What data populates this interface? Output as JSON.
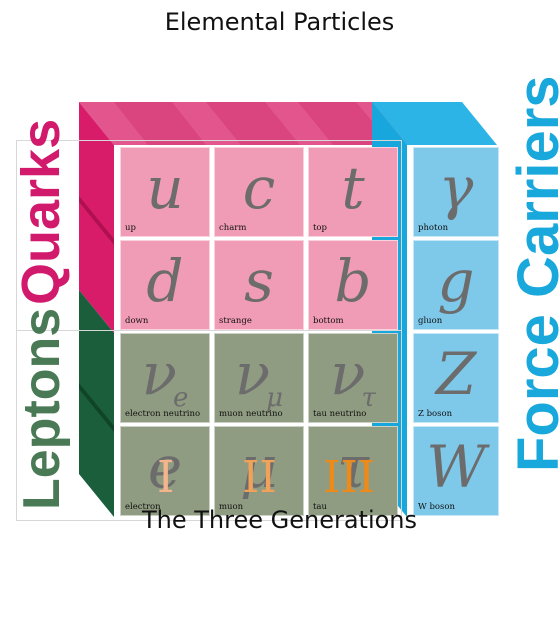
{
  "title": "Elemental Particles",
  "subtitle": "The Three Generations",
  "groups": {
    "quarks": "Quarks",
    "leptons": "Leptons",
    "force_carriers": "Force Carriers"
  },
  "generations": [
    "I",
    "II",
    "III"
  ],
  "colors": {
    "quark_face": "#f19cb6",
    "quark_side": "#d81c6a",
    "lepton_face": "#8f9c81",
    "lepton_side": "#1b5e3b",
    "force_face": "#7ec9ea",
    "force_side": "#18a7dd",
    "quarks_label": "#d11a6b",
    "leptons_label": "#4a7a55",
    "force_label": "#19a8dc",
    "gen1": "#f5b48c",
    "gen2": "#f2a15a",
    "gen3": "#ee8a1a"
  },
  "particles": {
    "up": {
      "symbol": "u",
      "name": "up"
    },
    "charm": {
      "symbol": "c",
      "name": "charm"
    },
    "top": {
      "symbol": "t",
      "name": "top"
    },
    "down": {
      "symbol": "d",
      "name": "down"
    },
    "strange": {
      "symbol": "s",
      "name": "strange"
    },
    "bottom": {
      "symbol": "b",
      "name": "bottom"
    },
    "electron_neutrino": {
      "symbol": "ν",
      "sub": "e",
      "name": "electron neutrino"
    },
    "muon_neutrino": {
      "symbol": "ν",
      "sub": "μ",
      "name": "muon neutrino"
    },
    "tau_neutrino": {
      "symbol": "ν",
      "sub": "τ",
      "name": "tau neutrino"
    },
    "electron": {
      "symbol": "e",
      "name": "electron"
    },
    "muon": {
      "symbol": "μ",
      "name": "muon"
    },
    "tau": {
      "symbol": "τ",
      "name": "tau"
    },
    "photon": {
      "symbol": "γ",
      "name": "photon"
    },
    "gluon": {
      "symbol": "g",
      "name": "gluon"
    },
    "z_boson": {
      "symbol": "Z",
      "name": "Z boson"
    },
    "w_boson": {
      "symbol": "W",
      "name": "W boson"
    }
  }
}
